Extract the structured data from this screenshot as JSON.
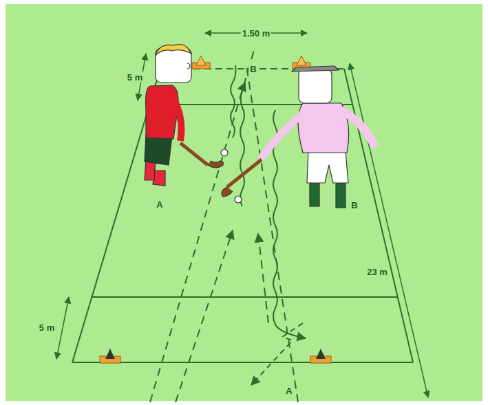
{
  "diagram": {
    "labels": [
      "1.50 m",
      "B",
      "5 m",
      "A",
      "B",
      "23 m",
      "5 m",
      "A"
    ]
  }
}
